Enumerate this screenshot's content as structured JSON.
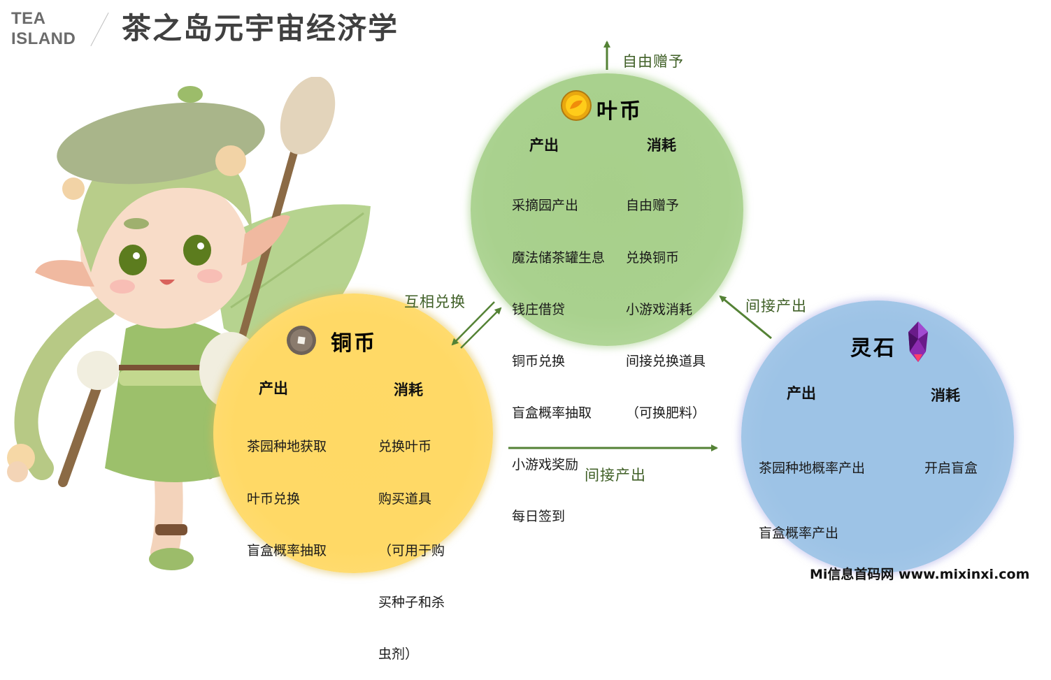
{
  "header": {
    "brand_line1": "TEA",
    "brand_line2": "ISLAND",
    "title": "茶之岛元宇宙经济学"
  },
  "illustration": {
    "description": "tea-fairy-character",
    "colors": {
      "hair": "#b5c98a",
      "dress": "#9cbc6a",
      "skin": "#f6d9c3",
      "hat": "#a8b68a",
      "brush": "#e7d9c2"
    }
  },
  "currencies": {
    "leaf_coin": {
      "name": "叶币",
      "icon": "gold-coin-icon",
      "color": "#a9d18e",
      "output_heading": "产出",
      "consume_heading": "消耗",
      "output": [
        "采摘园产出",
        "魔法储茶罐生息",
        "钱庄借贷",
        "铜币兑换",
        "盲盒概率抽取",
        "小游戏奖励",
        "每日签到"
      ],
      "consume": [
        "自由赠予",
        "兑换铜币",
        "小游戏消耗",
        "间接兑换道具",
        "（可换肥料）"
      ]
    },
    "copper_coin": {
      "name": "铜币",
      "icon": "copper-coin-icon",
      "color": "#ffd966",
      "output_heading": "产出",
      "consume_heading": "消耗",
      "output": [
        "茶园种地获取",
        "叶币兑换",
        "盲盒概率抽取"
      ],
      "consume": [
        "兑换叶币",
        "购买道具",
        "（可用于购",
        "买种子和杀",
        "虫剂）"
      ]
    },
    "spirit_stone": {
      "name": "灵石",
      "icon": "purple-crystal-icon",
      "color": "#9dc3e6",
      "output_heading": "产出",
      "consume_heading": "消耗",
      "output": [
        "茶园种地概率产出",
        "盲盒概率产出"
      ],
      "consume": [
        "开启盲盒"
      ]
    }
  },
  "flows": {
    "free_gift": "自由赠予",
    "mutual_exchange": "互相兑换",
    "indirect_output_to_leaf": "间接产出",
    "indirect_output_to_spirit": "间接产出",
    "arrow_color": "#548235"
  },
  "watermark": "Mi信息首码网 www.mixinxi.com"
}
